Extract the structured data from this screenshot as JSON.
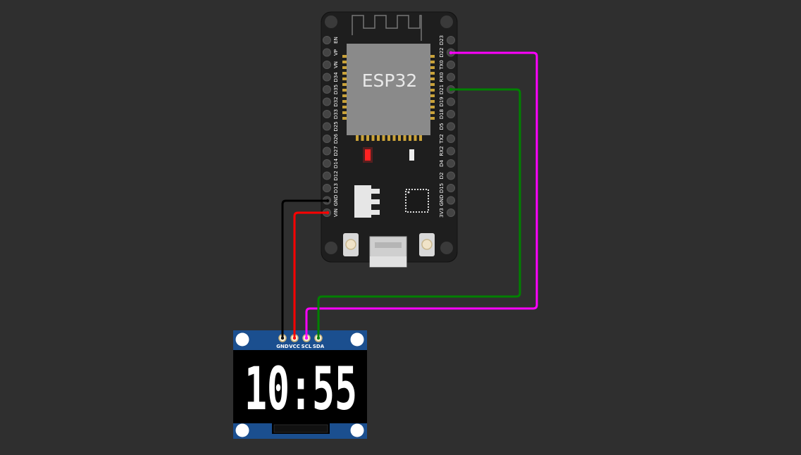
{
  "esp32": {
    "chip_label": "ESP32",
    "left_pins": [
      "EN",
      "VP",
      "VN",
      "D34",
      "D35",
      "D32",
      "D33",
      "D25",
      "D26",
      "D27",
      "D14",
      "D12",
      "D13",
      "GND",
      "VIN"
    ],
    "right_pins": [
      "D23",
      "D22",
      "TX0",
      "RX0",
      "D21",
      "D19",
      "D18",
      "D5",
      "TX2",
      "RX2",
      "D4",
      "D2",
      "D15",
      "GND",
      "3V3"
    ],
    "led_color": "#ff2222"
  },
  "oled": {
    "pin_labels": [
      "GND",
      "VCC",
      "SCL",
      "SDA"
    ],
    "time_text": "10:55"
  },
  "wires": [
    {
      "name": "wire-gnd",
      "from": "esp32 GND",
      "to": "oled GND",
      "color": "#000000"
    },
    {
      "name": "wire-vcc",
      "from": "esp32 VIN",
      "to": "oled VCC",
      "color": "#ff0000"
    },
    {
      "name": "wire-scl",
      "from": "esp32 D22",
      "to": "oled SCL",
      "color": "#ff00ff"
    },
    {
      "name": "wire-sda",
      "from": "esp32 D21",
      "to": "oled SDA",
      "color": "#008000"
    }
  ]
}
